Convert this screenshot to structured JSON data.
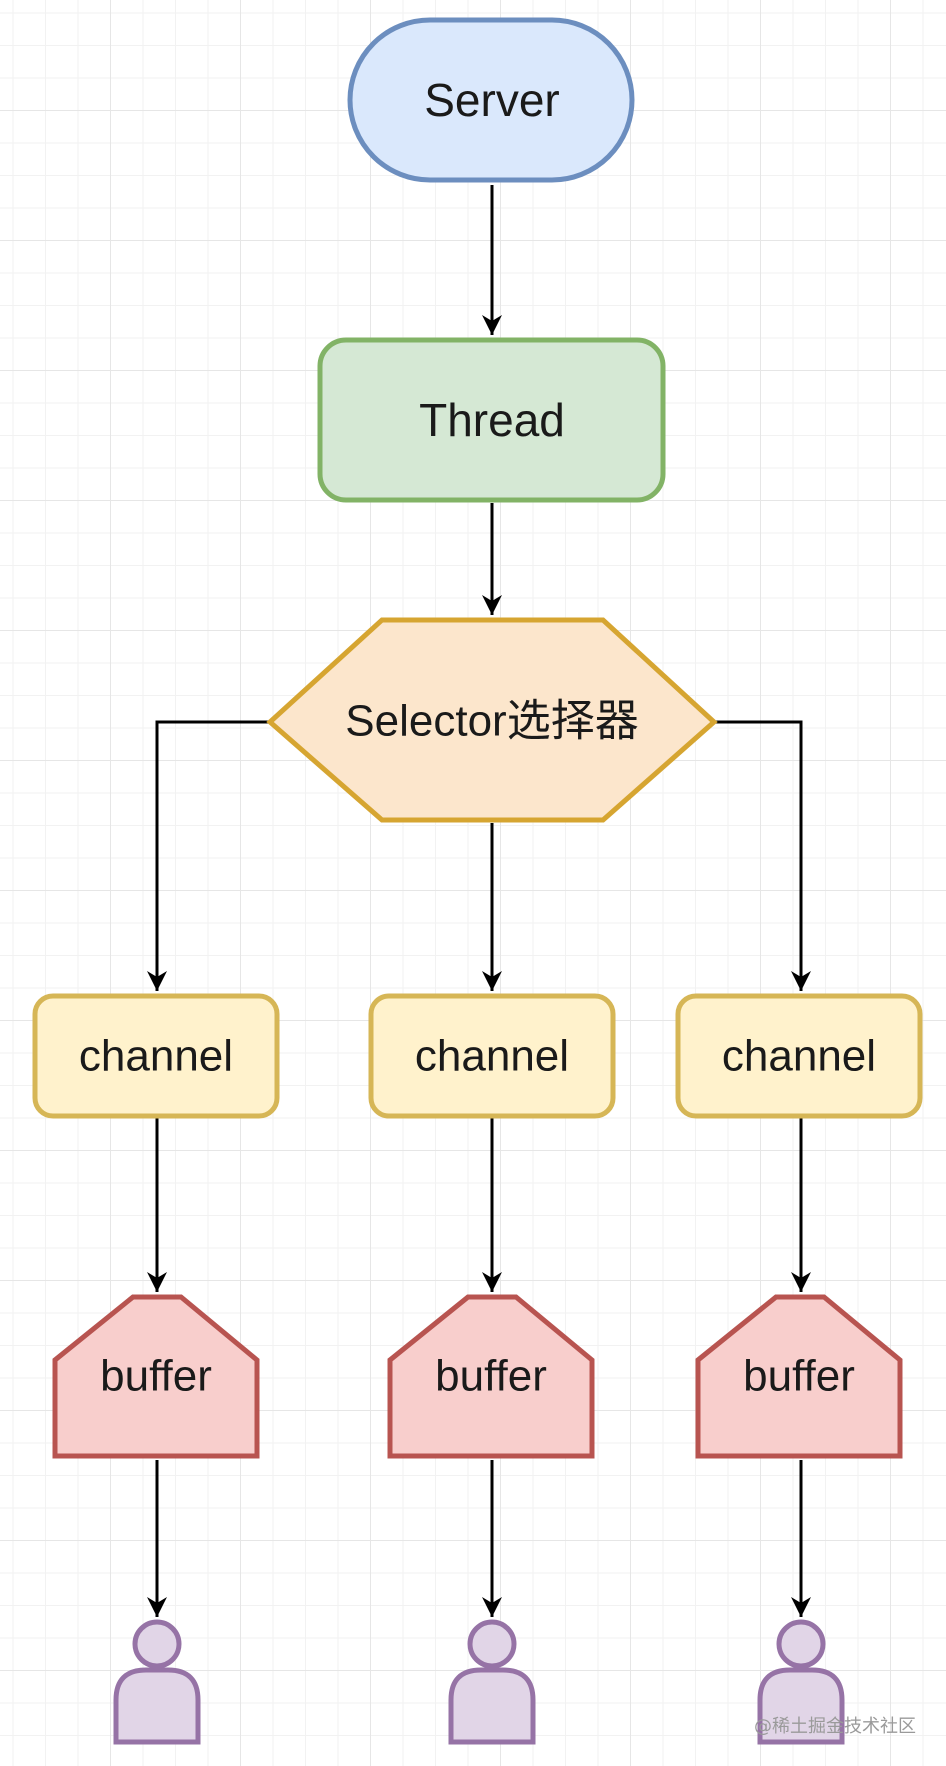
{
  "server": {
    "label": "Server"
  },
  "thread": {
    "label": "Thread"
  },
  "selector": {
    "label": "Selector选择器"
  },
  "channels": [
    {
      "label": "channel"
    },
    {
      "label": "channel"
    },
    {
      "label": "channel"
    }
  ],
  "buffers": [
    {
      "label": "buffer"
    },
    {
      "label": "buffer"
    },
    {
      "label": "buffer"
    }
  ],
  "clients": [
    {
      "icon": "person-icon"
    },
    {
      "icon": "person-icon"
    },
    {
      "icon": "person-icon"
    }
  ],
  "watermark": "@稀土掘金技术社区",
  "colors": {
    "server_fill": "#dae8fc",
    "server_stroke": "#6c8ebf",
    "thread_fill": "#d5e8d4",
    "thread_stroke": "#82b366",
    "selector_fill": "#fce6cc",
    "selector_stroke": "#d6a531",
    "channel_fill": "#fff2cc",
    "channel_stroke": "#d6b656",
    "buffer_fill": "#f8cecc",
    "buffer_stroke": "#b85450",
    "client_fill": "#e1d5e7",
    "client_stroke": "#9673a6",
    "edge": "#000000"
  }
}
